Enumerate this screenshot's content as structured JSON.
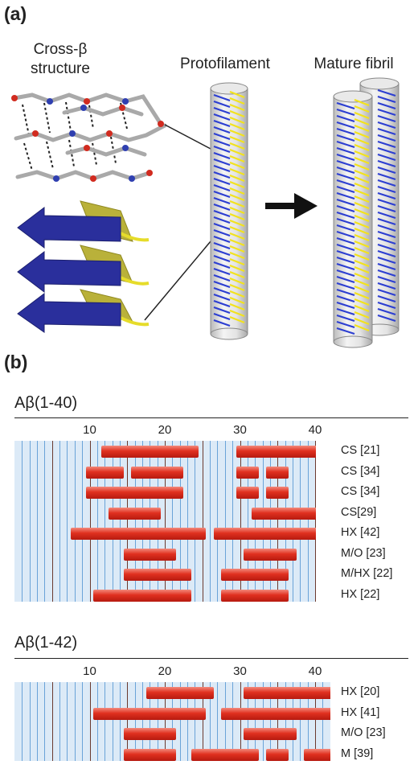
{
  "panel_a": {
    "label": "(a)",
    "cross_beta_line1": "Cross-β",
    "cross_beta_line2": "structure",
    "protofilament": "Protofilament",
    "mature_fibril": "Mature fibril"
  },
  "panel_b": {
    "label": "(b)",
    "colors": {
      "bar": "#e0301f",
      "track": "#dceaf7",
      "minor_line": "#6aa3d8",
      "major_line": "#6b3a2e"
    },
    "sections": [
      {
        "title": "Aβ(1-40)",
        "ticks": [
          "10",
          "20",
          "30",
          "40"
        ],
        "rows": [
          {
            "label": "CS [21]",
            "segments": [
              [
                12,
                24
              ],
              [
                30,
                40
              ]
            ]
          },
          {
            "label": "CS [34]",
            "segments": [
              [
                10,
                14
              ],
              [
                16,
                22
              ],
              [
                30,
                32
              ],
              [
                34,
                36
              ]
            ]
          },
          {
            "label": "CS [34]",
            "segments": [
              [
                10,
                22
              ],
              [
                30,
                32
              ],
              [
                34,
                36
              ]
            ]
          },
          {
            "label": "CS[29]",
            "segments": [
              [
                13,
                19
              ],
              [
                32,
                40
              ]
            ]
          },
          {
            "label": "HX [42]",
            "segments": [
              [
                8,
                25
              ],
              [
                27,
                40
              ]
            ]
          },
          {
            "label": "M/O [23]",
            "segments": [
              [
                15,
                21
              ],
              [
                31,
                37
              ]
            ]
          },
          {
            "label": "M/HX [22]",
            "segments": [
              [
                15,
                23
              ],
              [
                28,
                36
              ]
            ]
          },
          {
            "label": "HX [22]",
            "segments": [
              [
                11,
                23
              ],
              [
                28,
                36
              ]
            ]
          }
        ]
      },
      {
        "title": "Aβ(1-42)",
        "ticks": [
          "10",
          "20",
          "30",
          "40"
        ],
        "rows": [
          {
            "label": "HX [20]",
            "segments": [
              [
                18,
                26
              ],
              [
                31,
                42
              ]
            ]
          },
          {
            "label": "HX [41]",
            "segments": [
              [
                11,
                25
              ],
              [
                28,
                42
              ]
            ]
          },
          {
            "label": "M/O [23]",
            "segments": [
              [
                15,
                21
              ],
              [
                31,
                37
              ]
            ]
          },
          {
            "label": "M [39]",
            "segments": [
              [
                15,
                21
              ],
              [
                24,
                32
              ],
              [
                34,
                36
              ],
              [
                39,
                42
              ]
            ]
          }
        ]
      }
    ]
  }
}
